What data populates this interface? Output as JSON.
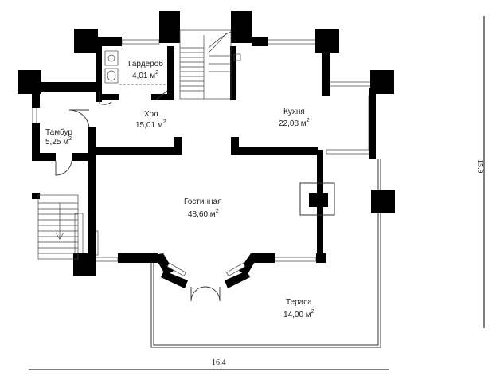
{
  "rooms": [
    {
      "id": "garderob",
      "name": "Гардероб",
      "area": "4,01 м",
      "sup": "2"
    },
    {
      "id": "hol",
      "name": "Хол",
      "area": "15,01 м",
      "sup": "2"
    },
    {
      "id": "kuhnya",
      "name": "Кухня",
      "area": "22,08 м",
      "sup": "2"
    },
    {
      "id": "tambur",
      "name": "Тамбур",
      "area": "5,25 м",
      "sup": "2"
    },
    {
      "id": "gostinnaya",
      "name": "Гостинная",
      "area": "48,60 м",
      "sup": "2"
    },
    {
      "id": "terasa",
      "name": "Тераса",
      "area": "14,00 м",
      "sup": "2"
    }
  ],
  "dimensions": {
    "width": "16.4",
    "height": "15.9"
  }
}
